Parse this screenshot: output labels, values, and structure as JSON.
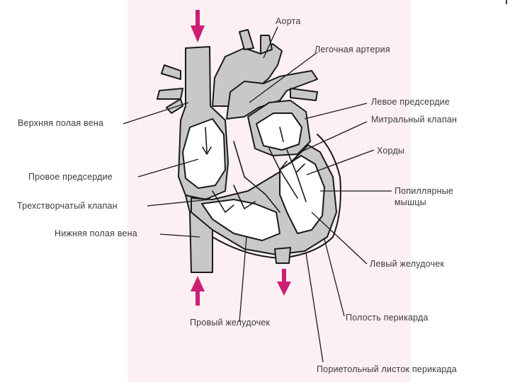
{
  "labels": {
    "aorta": "Аорта",
    "pulmonary_artery": "Легочная артерия",
    "left_atrium": "Левое предсердие",
    "mitral_valve": "Митральный клапан",
    "chordae": "Хорды",
    "papillary_muscles_1": "Попиллярные",
    "papillary_muscles_2": "мышцы",
    "superior_vena_cava": "Верхняя полая вена",
    "right_atrium": "Провое предсердие",
    "tricuspid_valve": "Трехстворчатый клапан",
    "inferior_vena_cava": "Нижняя полая вена",
    "left_ventricle": "Левый желудочек",
    "right_ventricle": "Провый желудочек",
    "pericardial_cavity": "Полость перикарда",
    "parietal_pericardium": "Пориетольный листок перикарда"
  },
  "colors": {
    "arrow": "#cc1f74",
    "outline": "#1a1a1a",
    "fill_gray": "#c8c8c8",
    "fill_light": "#ffffff",
    "panel_bg": "#fcf0f4"
  }
}
